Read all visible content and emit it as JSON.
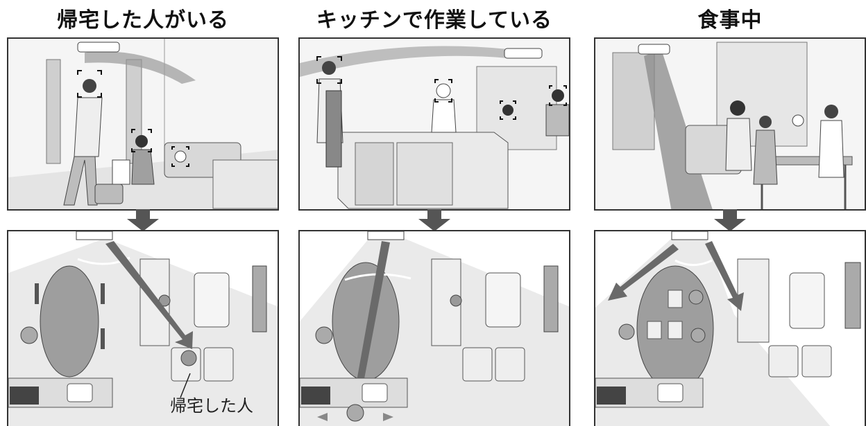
{
  "columns": [
    {
      "title": "帰宅した人がいる",
      "annotation": "帰宅した人"
    },
    {
      "title": "キッチンで作業している"
    },
    {
      "title": "食事中"
    }
  ]
}
